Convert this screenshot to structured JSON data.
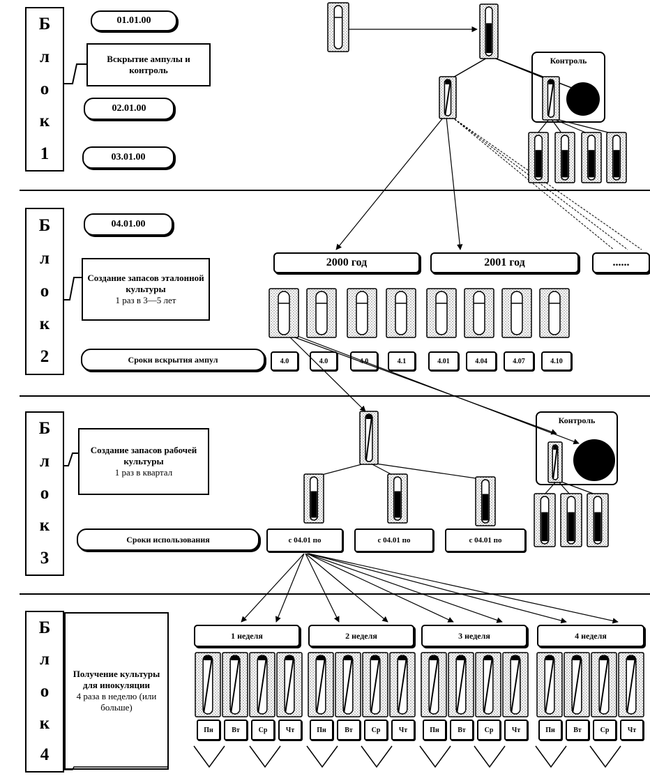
{
  "blocks": [
    {
      "word": [
        "Б",
        "л",
        "о",
        "к"
      ],
      "num": "1"
    },
    {
      "word": [
        "Б",
        "л",
        "о",
        "к"
      ],
      "num": "2"
    },
    {
      "word": [
        "Б",
        "л",
        "о",
        "к"
      ],
      "num": "3"
    },
    {
      "word": [
        "Б",
        "л",
        "о",
        "к"
      ],
      "num": "4"
    }
  ],
  "block1": {
    "dates": [
      "01.01.00",
      "02.01.00",
      "03.01.00"
    ],
    "desc": "Вскрытие ампулы и контроль",
    "control": "Контроль"
  },
  "block2": {
    "date": "04.01.00",
    "desc_bold": "Создание запасов эталонной культуры",
    "desc_norm": "1 раз в 3—5 лет",
    "years": [
      "2000 год",
      "2001 год",
      "......"
    ],
    "row_label": "Сроки вскрытия ампул",
    "dates": [
      "4.0",
      "4.0",
      "4.0",
      "4.1",
      "4.01",
      "4.04",
      "4.07",
      "4.10"
    ]
  },
  "block3": {
    "desc_bold": "Создание запасов рабочей культуры",
    "desc_norm": "1 раз в квартал",
    "control": "Контроль",
    "row_label": "Сроки использования",
    "periods": [
      "с 04.01 по",
      "с 04.01 по",
      "с 04.01 по"
    ]
  },
  "block4": {
    "desc_bold": "Получение культуры для инокуляции",
    "desc_norm": "4 раза в неделю (или больше)",
    "weeks": [
      "1 неделя",
      "2 неделя",
      "3 неделя",
      "4 неделя"
    ],
    "days": [
      "Пн",
      "Вт",
      "Ср",
      "Чт"
    ]
  }
}
